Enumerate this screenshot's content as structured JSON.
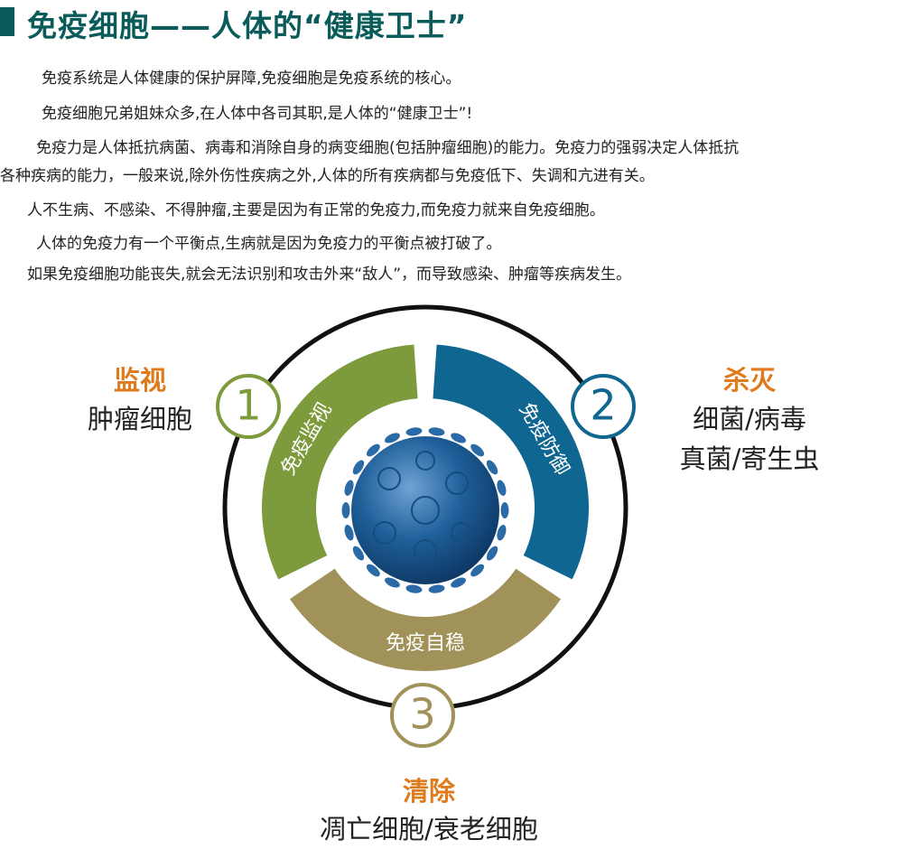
{
  "title": "免疫细胞——人体的“健康卫士”",
  "paragraphs": [
    "免疫系统是人体健康的保护屏障,免疫细胞是免疫系统的核心。",
    "免疫细胞兄弟姐妹众多,在人体中各司其职,是人体的“健康卫士”!",
    "免疫力是人体抵抗病菌、病毒和消除自身的病变细胞(包括肿瘤细胞)的能力。免疫力的强弱决定人体抵抗",
    "各种疾病的能力，一般来说,除外伤性疾病之外,人体的所有疾病都与免疫低下、失调和亢进有关。",
    "人不生病、不感染、不得肿瘤,主要是因为有正常的免疫力,而免疫力就来自免疫细胞。",
    "人体的免疫力有一个平衡点,生病就是因为免疫力的平衡点被打破了。",
    "如果免疫细胞功能丧失,就会无法识别和攻击外来“敌人”，而导致感染、肿瘤等疾病发生。"
  ],
  "diagram": {
    "segments": [
      {
        "label": "免疫监视",
        "color": "#7d9a3c",
        "number": "1"
      },
      {
        "label": "免疫防御",
        "color": "#0f6690",
        "number": "2"
      },
      {
        "label": "免疫自稳",
        "color": "#a09258",
        "number": "3"
      }
    ],
    "annotations": [
      {
        "heading": "监视",
        "lines": [
          "肿瘤细胞"
        ]
      },
      {
        "heading": "杀灭",
        "lines": [
          "细菌/病毒",
          "真菌/寄生虫"
        ]
      },
      {
        "heading": "清除",
        "lines": [
          "凋亡细胞/衰老细胞"
        ]
      }
    ]
  },
  "colors": {
    "title": "#0a5c5a",
    "accent": "#e07b1c",
    "virus": "#1f5f9a"
  }
}
